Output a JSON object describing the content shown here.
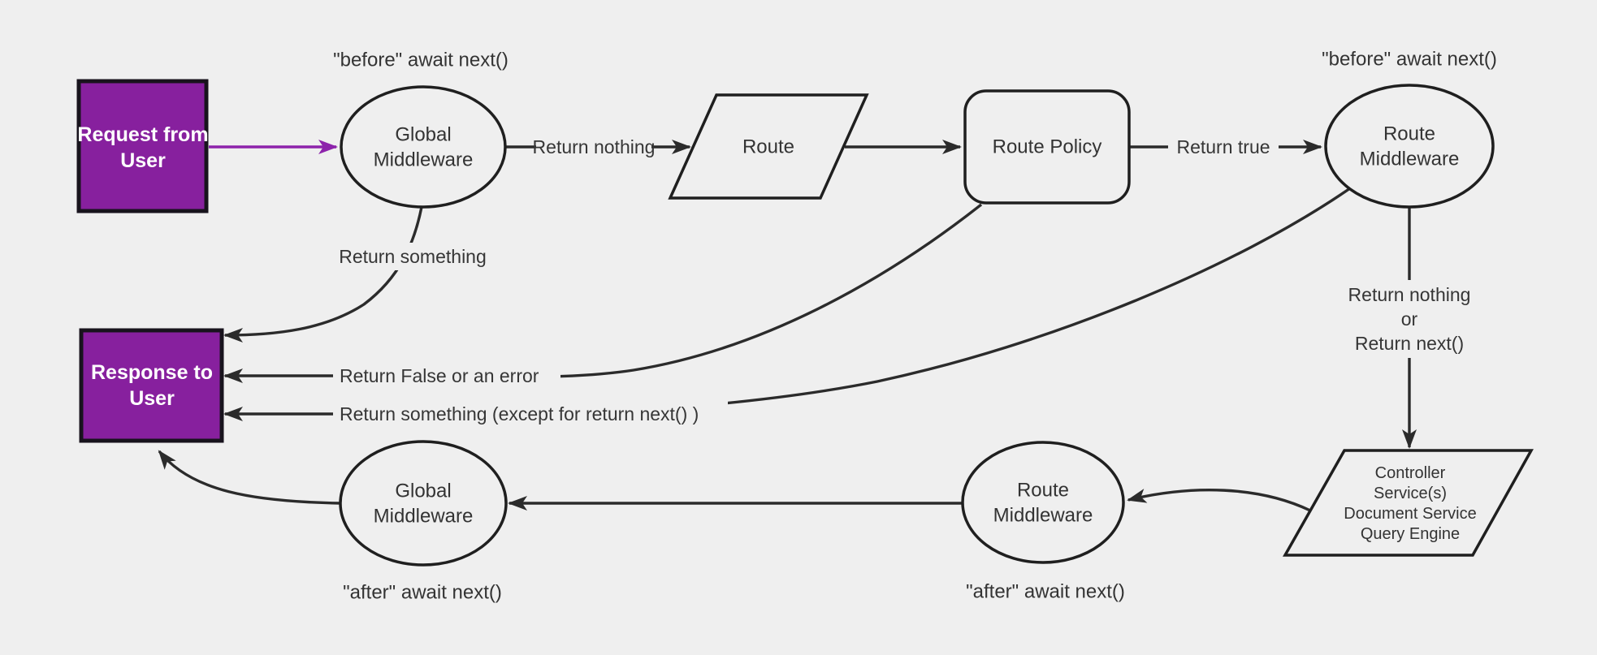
{
  "colors": {
    "background": "#efefef",
    "node_fill": "#efefef",
    "node_stroke": "#1f1f1f",
    "purple_fill": "#87209e",
    "purple_border": "#18131d",
    "purple_arrow": "#8d23ab",
    "edge_stroke": "#2b2b2b",
    "text_dark": "#333333",
    "text_light": "#ffffff"
  },
  "nodes": {
    "request": {
      "lines": [
        "Request from",
        "User"
      ]
    },
    "global_mw_top": {
      "lines": [
        "Global",
        "Middleware"
      ]
    },
    "route": {
      "label": "Route"
    },
    "route_policy": {
      "label": "Route Policy"
    },
    "route_mw_top": {
      "lines": [
        "Route",
        "Middleware"
      ]
    },
    "response": {
      "lines": [
        "Response to",
        "User"
      ]
    },
    "controller": {
      "lines": [
        "Controller",
        "Service(s)",
        "Document Service",
        "Query Engine"
      ]
    },
    "route_mw_bottom": {
      "lines": [
        "Route",
        "Middleware"
      ]
    },
    "global_mw_bottom": {
      "lines": [
        "Global",
        "Middleware"
      ]
    }
  },
  "annotations": {
    "before_left": "\"before\" await next()",
    "before_right": "\"before\" await next()",
    "after_left": "\"after\" await next()",
    "after_right": "\"after\" await next()"
  },
  "edge_labels": {
    "return_nothing": "Return nothing",
    "return_true": "Return true",
    "return_something": "Return something",
    "return_false": "Return False or an error",
    "return_something_except": "Return something (except for return next() )",
    "return_nothing_or": [
      "Return nothing",
      "or",
      "Return next()"
    ]
  }
}
